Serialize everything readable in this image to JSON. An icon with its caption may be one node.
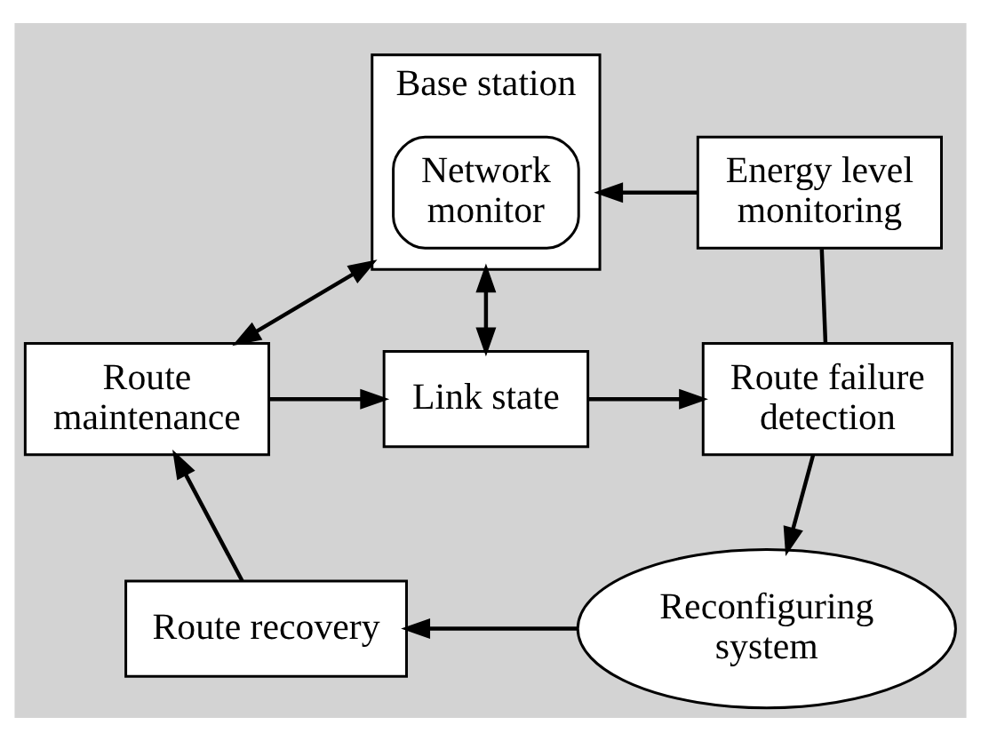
{
  "diagram": {
    "nodes": [
      {
        "text": [
          "Base station"
        ]
      },
      {
        "text": [
          "Network monitor"
        ],
        "in": 0
      },
      {
        "text": [
          "Energy level monitoring"
        ]
      },
      {
        "text": [
          "Route maintenance"
        ]
      },
      {
        "text": [
          "Link state"
        ]
      },
      {
        "text": [
          "Route failure detection"
        ]
      },
      {
        "text": [
          "Route recovery"
        ]
      },
      {
        "text": [
          "Reconfiguring system"
        ]
      }
    ],
    "edges": [
      {
        "from": 3,
        "to": 0,
        "arrow": "both"
      },
      {
        "from": 2,
        "to": 0,
        "arrow": "to"
      },
      {
        "from": 2,
        "to": 5,
        "arrow": "none"
      },
      {
        "from": 0,
        "to": 4,
        "arrow": "both"
      },
      {
        "from": 3,
        "to": 4,
        "arrow": "to"
      },
      {
        "from": 4,
        "to": 5,
        "arrow": "to"
      },
      {
        "from": 5,
        "to": 7,
        "arrow": "to"
      },
      {
        "from": 7,
        "to": 6,
        "arrow": "to"
      },
      {
        "from": 6,
        "to": 3,
        "arrow": "to"
      }
    ]
  }
}
